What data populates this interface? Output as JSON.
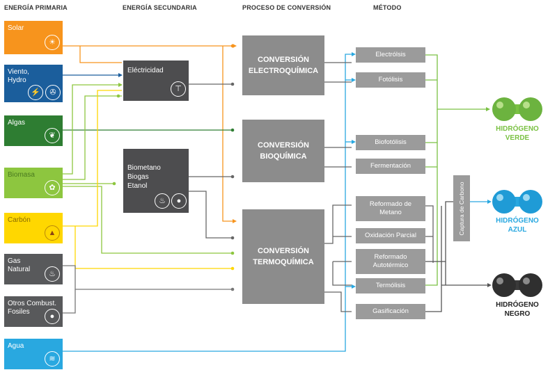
{
  "headers": {
    "primaria": "ENERGÍA PRIMARIA",
    "secundaria": "ENERGÍA SECUNDARIA",
    "proceso": "PROCESO DE CONVERSIÓN",
    "metodo": "MÉTODO"
  },
  "primary": {
    "solar": "Solar",
    "viento": "Viento,\nHydro",
    "algas": "Algas",
    "biomasa": "Biomasa",
    "carbon": "Carbón",
    "gas": "Gas\nNatural",
    "otros": "Otros Combust.\nFosiles",
    "agua": "Agua"
  },
  "secondary": {
    "electricidad": "Eléctricidad",
    "bio": "Biometano\nBiogas\nEtanol"
  },
  "process": {
    "electro": "CONVERSIÓN\nELECTROQUÍMICA",
    "bioq": "CONVERSIÓN\nBIOQUÍMICA",
    "termo": "CONVERSIÓN\nTERMOQUÍMICA"
  },
  "methods": {
    "electrolisis": "Electrólsis",
    "fotolisis": "Fotólisis",
    "biofotolisis": "Biofotólisis",
    "fermentacion": "Fermentación",
    "reformado_metano": "Reformado de\nMetano",
    "oxidacion": "Oxidación Parcial",
    "reformado_auto": "Reformado\nAutotérmico",
    "termolisis": "Termólisis",
    "gasificacion": "Gasificación"
  },
  "captura": "Captura de Carbono",
  "hydrogen": {
    "verde": "HIDRÓGENO\nVERDE",
    "azul": "HIDRÓGENO\nAZUL",
    "negro": "HIDRÓGENO\nNEGRO"
  },
  "colors": {
    "solar": "#f7941d",
    "viento": "#1b5e9c",
    "algas": "#2e7d32",
    "biomasa": "#8dc63f",
    "carbon": "#ffd700",
    "fossil": "#58595b",
    "agua": "#29a8e0",
    "green_h2": "#7ac143",
    "blue_h2": "#29a8e0",
    "black_h2": "#3a3a3a"
  },
  "icons": [
    "sun-icon",
    "flame-icon",
    "turbine-icon",
    "leaf-icon",
    "plant-icon",
    "coal-icon",
    "drop-icon",
    "wave-icon",
    "plug-icon"
  ]
}
